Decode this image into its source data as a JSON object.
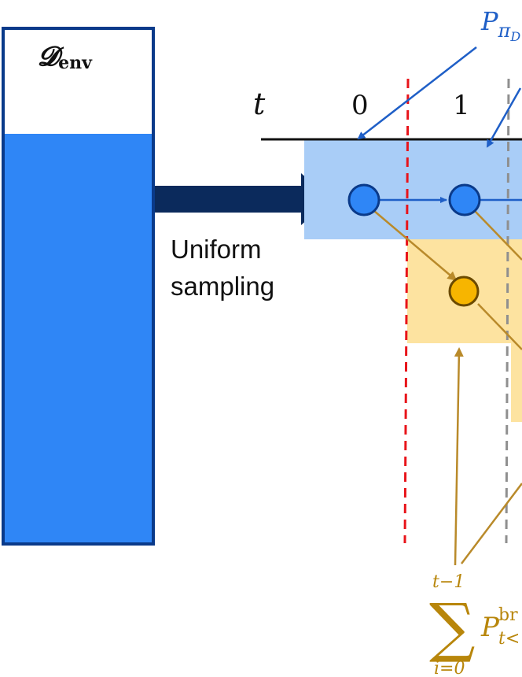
{
  "buffer": {
    "label_main": "𝓓",
    "label_sub": "env"
  },
  "sampling": {
    "line1": "Uniform",
    "line2": "sampling"
  },
  "timeline": {
    "axis_label": "t",
    "ticks": [
      "0",
      "1"
    ]
  },
  "annotations": {
    "top_label_main": "P",
    "top_label_sub": "π",
    "top_label_subsub": "D",
    "sum_symbol": "∑",
    "sum_upper": "t−1",
    "sum_lower": "i=0",
    "sum_term_main": "P",
    "sum_term_sup": "br",
    "sum_term_sub": "t<"
  },
  "colors": {
    "buffer_border": "#0a3a8a",
    "buffer_fill": "#2f86f6",
    "arrow_dark": "#0b2a5c",
    "blue_band": "#a9cdf7",
    "yellow_band": "#fde3a0",
    "node_blue": "#2f86f6",
    "node_yellow": "#f7b500",
    "branch_line": "#b98a2a",
    "label_blue": "#1f5fc7",
    "label_gold": "#b8860b",
    "red_dash": "#e8141a",
    "gray_dash": "#8f8f8f"
  }
}
